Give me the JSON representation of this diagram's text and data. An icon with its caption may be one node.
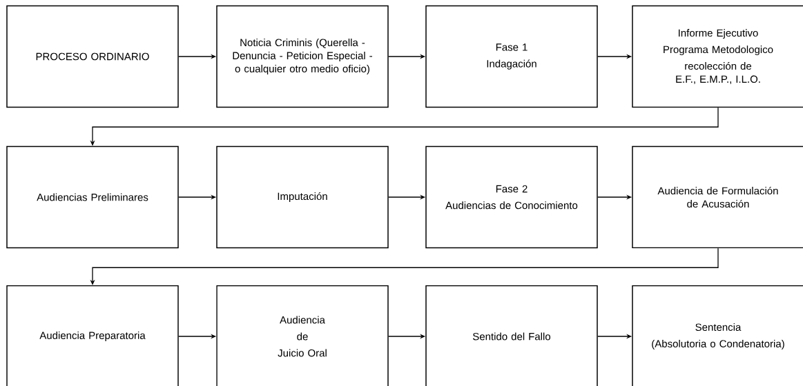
{
  "diagram": {
    "nodes": [
      {
        "text": [
          "PROCESO ORDINARIO"
        ]
      },
      {
        "text": [
          "Noticia Criminis (Querella - Denuncia - Peticion Especial - o cualquier otro medio oficio)"
        ]
      },
      {
        "text": [
          "Fase 1",
          "Indagación"
        ]
      },
      {
        "text": [
          "Informe Ejecutivo",
          "Programa Metodologico",
          "recolección de E.F., E.M.P., I.L.O."
        ]
      },
      {
        "text": [
          "Audiencias Preliminares"
        ]
      },
      {
        "text": [
          "Imputación"
        ]
      },
      {
        "text": [
          "Fase 2",
          "Audiencias de Conocimiento"
        ]
      },
      {
        "text": [
          "Audiencia de Formulación de Acusación"
        ]
      },
      {
        "text": [
          "Audiencia Preparatoria"
        ]
      },
      {
        "text": [
          "Audiencia",
          "de",
          "Juicio Oral"
        ]
      },
      {
        "text": [
          "Sentido del Fallo"
        ]
      },
      {
        "text": [
          "Sentencia",
          "(Absolutoria o Condenatoria)"
        ]
      }
    ],
    "edges": [
      {
        "from": 0,
        "to": 1,
        "arrow": "to"
      },
      {
        "from": 1,
        "to": 2,
        "arrow": "to"
      },
      {
        "from": 2,
        "to": 3,
        "arrow": "to"
      },
      {
        "from": 3,
        "to": 4,
        "arrow": "to"
      },
      {
        "from": 4,
        "to": 5,
        "arrow": "to"
      },
      {
        "from": 5,
        "to": 6,
        "arrow": "to"
      },
      {
        "from": 6,
        "to": 7,
        "arrow": "to"
      },
      {
        "from": 7,
        "to": 8,
        "arrow": "to"
      },
      {
        "from": 8,
        "to": 9,
        "arrow": "to"
      },
      {
        "from": 9,
        "to": 10,
        "arrow": "to"
      },
      {
        "from": 10,
        "to": 11,
        "arrow": "to"
      }
    ]
  }
}
